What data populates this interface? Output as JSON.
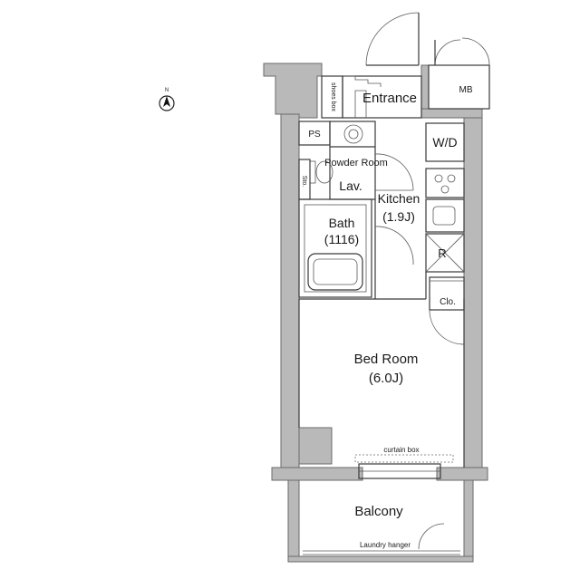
{
  "compass": {
    "label": "N"
  },
  "rooms": {
    "entrance": "Entrance",
    "shoes_box": "shoes box",
    "mb": "MB",
    "ps": "PS",
    "wd": "W/D",
    "powder_room": "Powder Room",
    "lav": "Lav.",
    "sto": "Sto.",
    "kitchen_name": "Kitchen",
    "kitchen_size": "(1.9J)",
    "bath_name": "Bath",
    "bath_size": "(1116)",
    "fridge": "R",
    "closet": "Clo.",
    "bedroom_name": "Bed Room",
    "bedroom_size": "(6.0J)",
    "curtain_box": "curtain box",
    "balcony": "Balcony",
    "laundry_hanger": "Laundry hanger"
  }
}
